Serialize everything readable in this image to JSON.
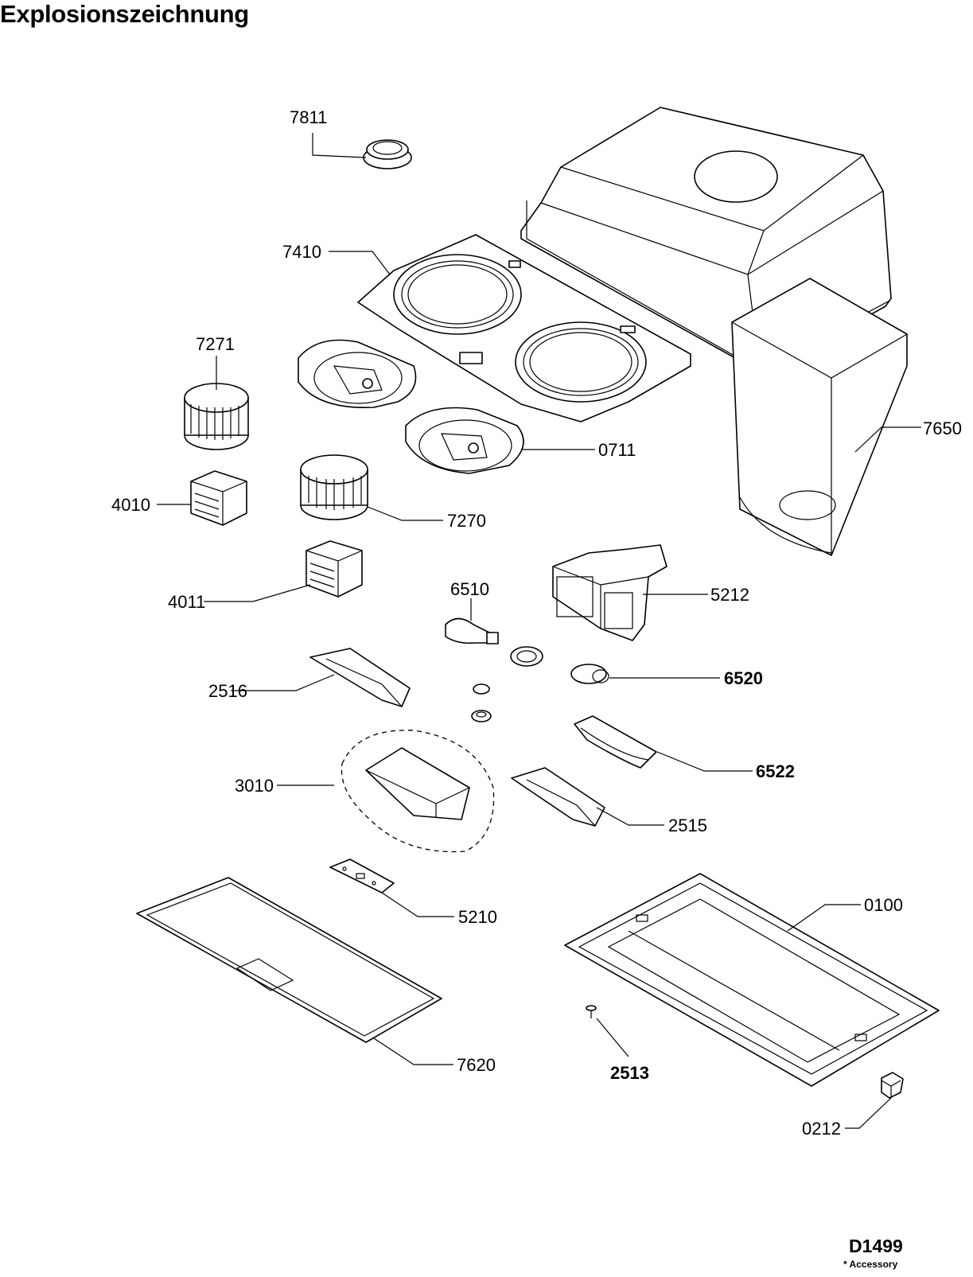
{
  "title": "Explosionszeichnung",
  "drawing_code": "D1499",
  "accessory_note": "* Accessory",
  "parts": {
    "p7811": "7811",
    "p7410": "7410",
    "p7271": "7271",
    "p7650": "7650",
    "p0711": "0711",
    "p4010": "4010",
    "p7270": "7270",
    "p6510": "6510",
    "p5212": "5212",
    "p4011": "4011",
    "p6520": "6520",
    "p2516": "2516",
    "p6522": "6522",
    "p3010": "3010",
    "p2515": "2515",
    "p0100": "0100",
    "p5210": "5210",
    "p7620": "7620",
    "p2513": "2513",
    "p0212": "0212"
  }
}
